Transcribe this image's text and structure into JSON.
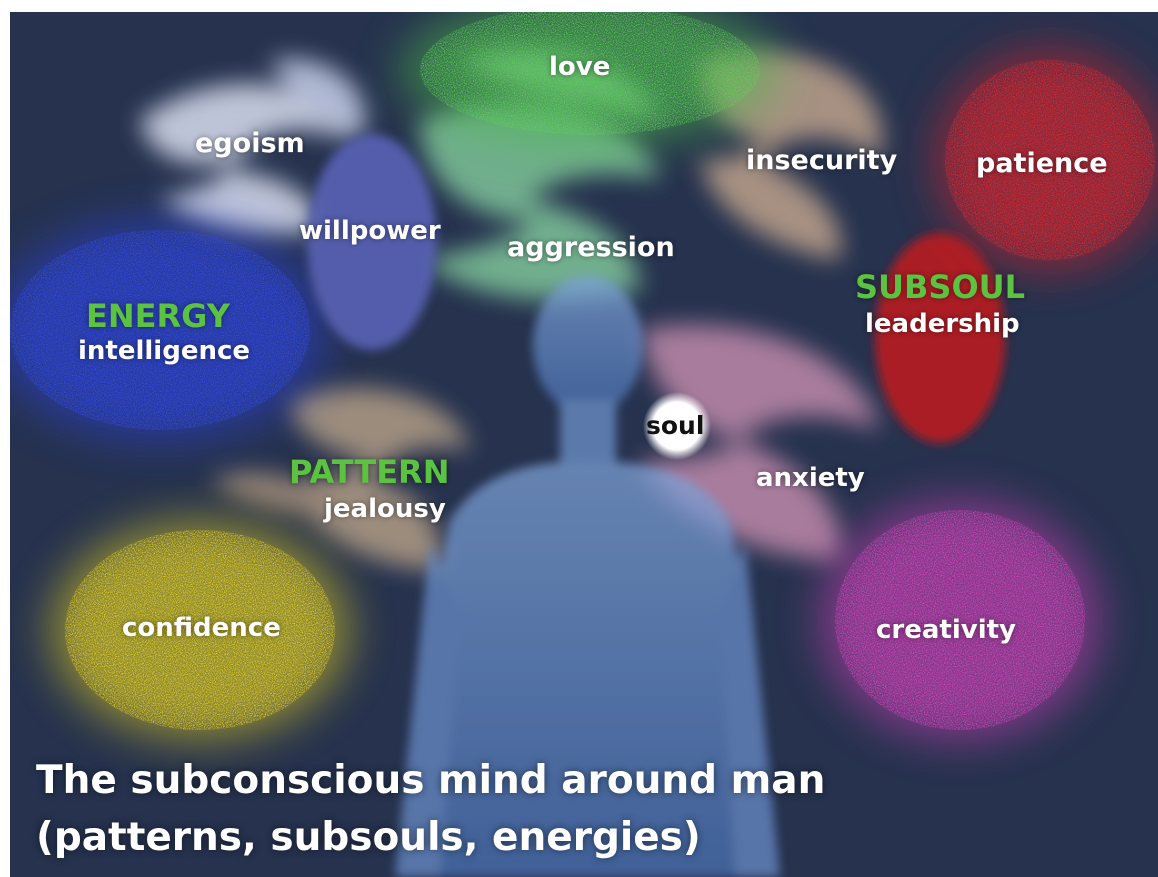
{
  "labels": {
    "love": "love",
    "egoism": "egoism",
    "willpower": "willpower",
    "aggression": "aggression",
    "insecurity": "insecurity",
    "patience": "patience",
    "energy": "ENERGY",
    "intelligence": "intelligence",
    "subsoul": "SUBSOUL",
    "leadership": "leadership",
    "soul": "soul",
    "anxiety": "anxiety",
    "pattern": "PATTERN",
    "jealousy": "jealousy",
    "confidence": "confidence",
    "creativity": "creativity"
  },
  "title": {
    "line1": "The subconscious mind around man",
    "line2": "(patterns, subsouls, energies)"
  },
  "colors": {
    "background": "#26324e",
    "accent_green": "#5cc241",
    "love": "#4bb84a",
    "patience": "#d8232a",
    "energy": "#2a3fd6",
    "confidence": "#e6d21e",
    "creativity": "#cf3fb8",
    "subsoul": "#b31f24",
    "willpower": "#5661b0"
  }
}
